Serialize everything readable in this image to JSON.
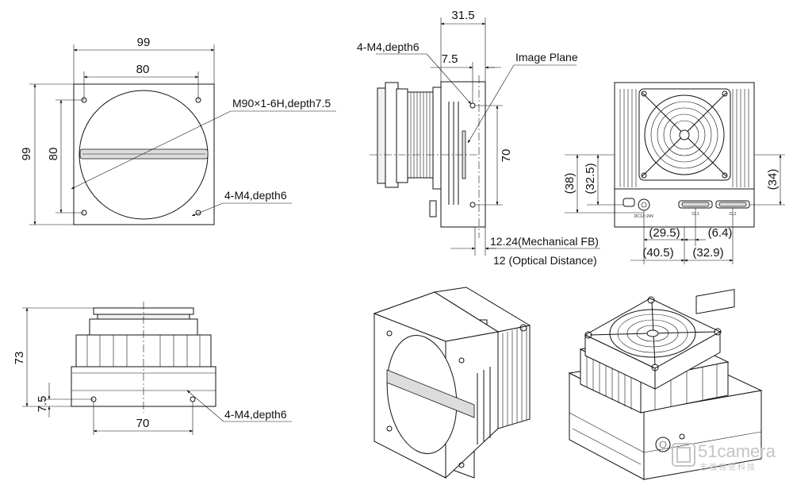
{
  "front_view": {
    "width_overall": "99",
    "width_mount": "80",
    "height_overall": "99",
    "height_mount": "80",
    "thread_note": "M90×1-6H,depth7.5",
    "hole_note": "4-M4,depth6"
  },
  "side_view": {
    "dim_total_depth": "31.5",
    "dim_hole_offset": "7.5",
    "dim_hole_spacing": "70",
    "hole_note": "4-M4,depth6",
    "image_plane_label": "Image Plane",
    "mechanical_fb": "12.24(Mechanical FB)",
    "optical_distance": "12 (Optical Distance)"
  },
  "rear_view": {
    "dim_38": "(38)",
    "dim_32_5": "(32.5)",
    "dim_34": "(34)",
    "dim_29_5": "(29.5)",
    "dim_6_4": "(6.4)",
    "dim_40_5": "(40.5)",
    "dim_32_9": "(32.9)",
    "port_cl1": "CL1",
    "port_cl2": "CL2",
    "port_power": "DC12~24V"
  },
  "bottom_view": {
    "dim_height": "73",
    "dim_offset": "7.5",
    "dim_spacing": "70",
    "hole_note": "4-M4,depth6"
  },
  "watermark": {
    "brand": "51camera",
    "tagline": "志强视觉科技"
  }
}
